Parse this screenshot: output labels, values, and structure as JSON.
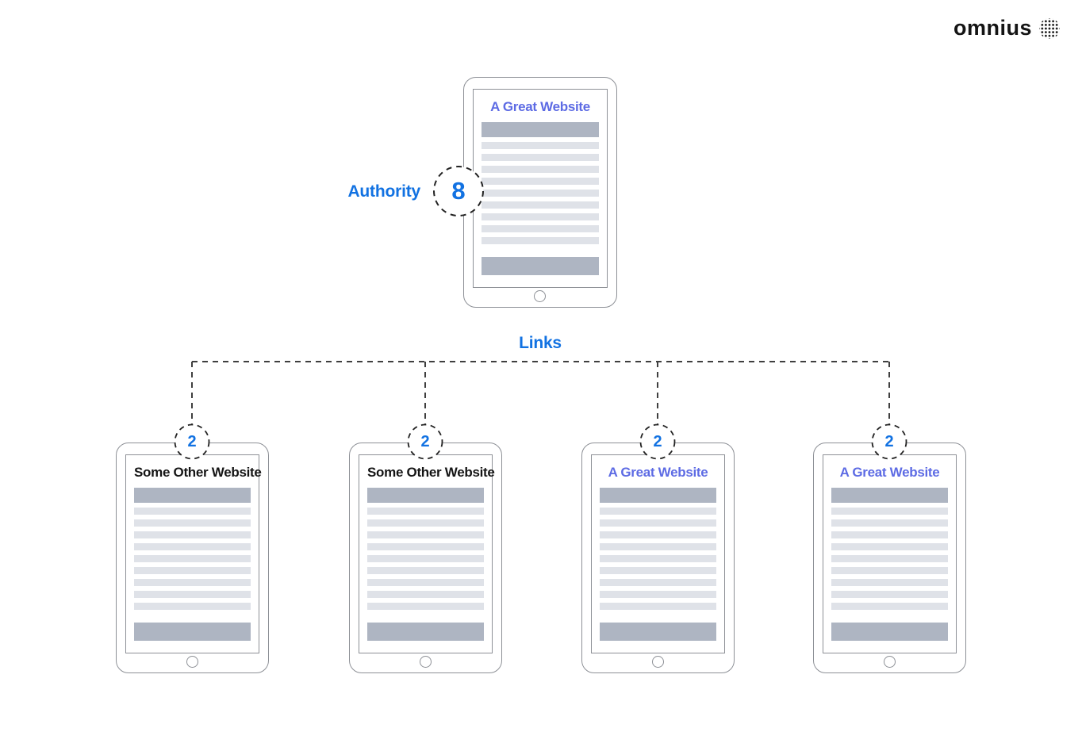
{
  "logo": {
    "text": "omnius",
    "icon": "dotted-sphere"
  },
  "authority_badge": {
    "label": "Authority",
    "value": "8"
  },
  "links_label": "Links",
  "main_tablet": {
    "title": "A Great Website"
  },
  "linked_tablets": [
    {
      "title": "Some Other Website",
      "link_count": "2"
    },
    {
      "title": "Some Other Website",
      "link_count": "2"
    },
    {
      "title": "A Great Website",
      "link_count": "2"
    },
    {
      "title": "A Great Website",
      "link_count": "2"
    }
  ],
  "colors": {
    "accent_blue": "#1272e2",
    "title_purple": "#5d6be4",
    "title_dark": "#151515",
    "bar_dark": "#aeb5c2",
    "bar_light": "#dfe2e8",
    "device_outline": "#8d9096",
    "dash_line": "#3f3f3f"
  }
}
